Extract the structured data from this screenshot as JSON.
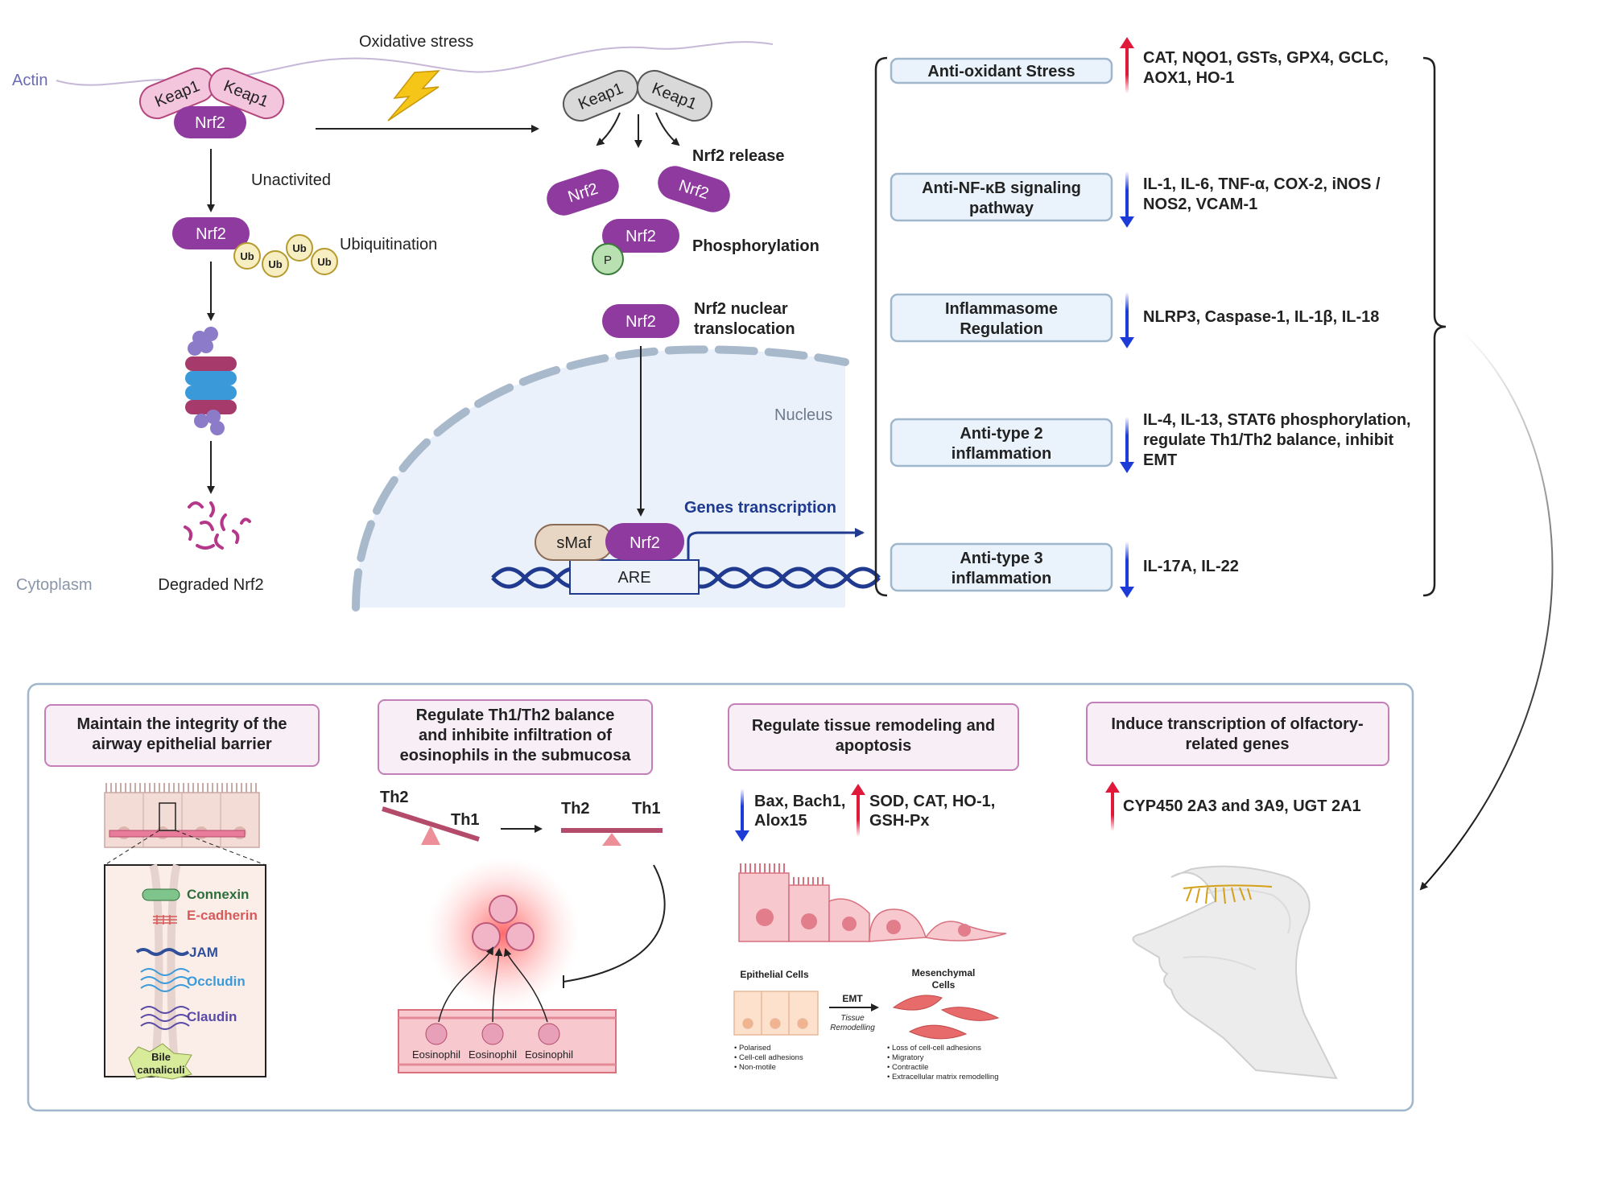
{
  "top": {
    "actin_label": "Actin",
    "oxidative_stress_label": "Oxidative stress",
    "keap1_label": "Keap1",
    "nrf2_label": "Nrf2",
    "unactivated_label": "Unactivited",
    "ubiquitination_label": "Ubiquitination",
    "ub_label": "Ub",
    "degraded_label": "Degraded Nrf2",
    "cytoplasm_label": "Cytoplasm",
    "release_label": "Nrf2 release",
    "phosphorylation_label": "Phosphorylation",
    "p_label": "P",
    "translocation_line1": "Nrf2 nuclear",
    "translocation_line2": "translocation",
    "nucleus_label": "Nucleus",
    "genes_transcription_label": "Genes transcription",
    "smaf_label": "sMaf",
    "are_label": "ARE"
  },
  "effects": [
    {
      "box_lines": [
        "Anti-oxidant Stress"
      ],
      "direction": "up",
      "gene_lines": [
        "CAT, NQO1, GSTs, GPX4, GCLC,",
        "AOX1, HO-1"
      ]
    },
    {
      "box_lines": [
        "Anti-NF-κB signaling",
        "pathway"
      ],
      "direction": "down",
      "gene_lines": [
        "IL-1, IL-6, TNF-α, COX-2, iNOS /",
        "NOS2, VCAM-1"
      ]
    },
    {
      "box_lines": [
        "Inflammasome",
        "Regulation"
      ],
      "direction": "down",
      "gene_lines": [
        "NLRP3, Caspase-1, IL-1β,  IL-18"
      ]
    },
    {
      "box_lines": [
        "Anti-type 2",
        "inflammation"
      ],
      "direction": "down",
      "gene_lines": [
        "IL-4,  IL-13, STAT6 phosphorylation,",
        "regulate Th1/Th2 balance, inhibit",
        "EMT"
      ]
    },
    {
      "box_lines": [
        "Anti-type 3",
        "inflammation"
      ],
      "direction": "down",
      "gene_lines": [
        "IL-17A,  IL-22"
      ]
    }
  ],
  "panels": {
    "p1": {
      "title_lines": [
        "Maintain the integrity of the",
        "airway epithelial barrier"
      ],
      "junctions": [
        "Connexin",
        "E-cadherin",
        "JAM",
        "Occludin",
        "Claudin"
      ],
      "junction_colors": [
        "#2e6e3a",
        "#d65a5a",
        "#2f4f9a",
        "#3b9ad9",
        "#5a4aa8"
      ],
      "bile_lines": [
        "Bile",
        "canaliculi"
      ]
    },
    "p2": {
      "title_lines": [
        "Regulate Th1/Th2 balance",
        "and  inhibite infiltration of",
        "eosinophils in the submucosa"
      ],
      "th2_label": "Th2",
      "th1_label": "Th1",
      "eosinophil_label": "Eosinophil"
    },
    "p3": {
      "title_lines": [
        "Regulate tissue remodeling and",
        "apoptosis"
      ],
      "down_lines": [
        "Bax, Bach1,",
        "Alox15"
      ],
      "up_lines": [
        "SOD,     CAT,     HO-1,",
        "GSH-Px"
      ],
      "epithelial_label": "Epithelial Cells",
      "mesenchymal_lines": [
        "Mesenchymal",
        "Cells"
      ],
      "emt_label": "EMT",
      "tissue_lines": [
        "Tissue",
        "Remodelling"
      ],
      "epi_bullets": [
        "• Polarised",
        "• Cell-cell adhesions",
        "• Non-motile"
      ],
      "mes_bullets": [
        "• Loss of cell-cell adhesions",
        "• Migratory",
        "• Contractile",
        "• Extracellular matrix remodelling"
      ]
    },
    "p4": {
      "title_lines": [
        "Induce transcription of olfactory-",
        "related genes"
      ],
      "up_text": "CYP450 2A3 and 3A9, UGT 2A1"
    }
  },
  "colors": {
    "nrf2": "#8e3a9e",
    "keap1": "#f3c6dd",
    "keap1_inactive": "#d9d9d9",
    "up_arrow": "#e0193b",
    "down_arrow": "#1d3bd6",
    "box_fill": "#eaf3fb",
    "panel_border": "#9fb6cc",
    "nucleus_fill": "#eaf1fa",
    "genes_text": "#1f3a8f"
  }
}
